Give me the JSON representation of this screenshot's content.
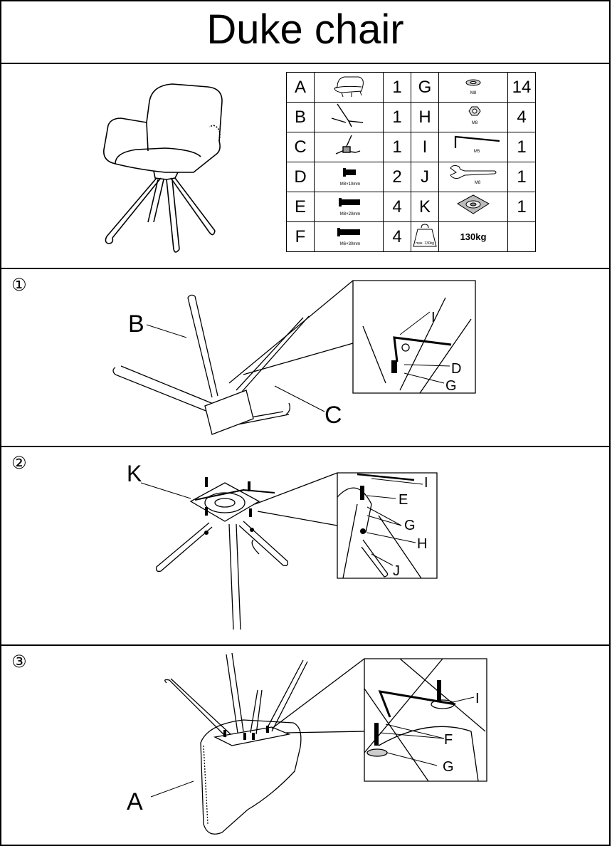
{
  "title": "Duke chair",
  "parts": [
    {
      "left": {
        "letter": "A",
        "qty": "1",
        "icon": "chair-seat-icon",
        "size": ""
      },
      "right": {
        "letter": "G",
        "qty": "14",
        "icon": "washer-icon",
        "size": "M8"
      }
    },
    {
      "left": {
        "letter": "B",
        "qty": "1",
        "icon": "leg-pair-icon",
        "size": ""
      },
      "right": {
        "letter": "H",
        "qty": "4",
        "icon": "nut-icon",
        "size": "M8"
      }
    },
    {
      "left": {
        "letter": "C",
        "qty": "1",
        "icon": "leg-pair-with-plate-icon",
        "size": ""
      },
      "right": {
        "letter": "I",
        "qty": "1",
        "icon": "allen-key-icon",
        "size": "M5"
      }
    },
    {
      "left": {
        "letter": "D",
        "qty": "2",
        "icon": "bolt-icon",
        "size": "M8×10mm"
      },
      "right": {
        "letter": "J",
        "qty": "1",
        "icon": "wrench-icon",
        "size": "M8"
      }
    },
    {
      "left": {
        "letter": "E",
        "qty": "4",
        "icon": "bolt-icon",
        "size": "M8×20mm"
      },
      "right": {
        "letter": "K",
        "qty": "1",
        "icon": "swivel-plate-icon",
        "size": ""
      }
    },
    {
      "left": {
        "letter": "F",
        "qty": "4",
        "icon": "bolt-icon",
        "size": "M6×30mm"
      },
      "right": {
        "weight_badge": "max. 130kg",
        "weight": "130kg"
      }
    }
  ],
  "steps": [
    {
      "number": "①",
      "labels": {
        "B": "B",
        "C": "C",
        "I": "I",
        "D": "D",
        "G": "G"
      }
    },
    {
      "number": "②",
      "labels": {
        "K": "K",
        "I": "I",
        "E": "E",
        "G": "G",
        "H": "H",
        "J": "J"
      }
    },
    {
      "number": "③",
      "labels": {
        "A": "A",
        "I": "I",
        "F": "F",
        "G": "G"
      }
    }
  ]
}
